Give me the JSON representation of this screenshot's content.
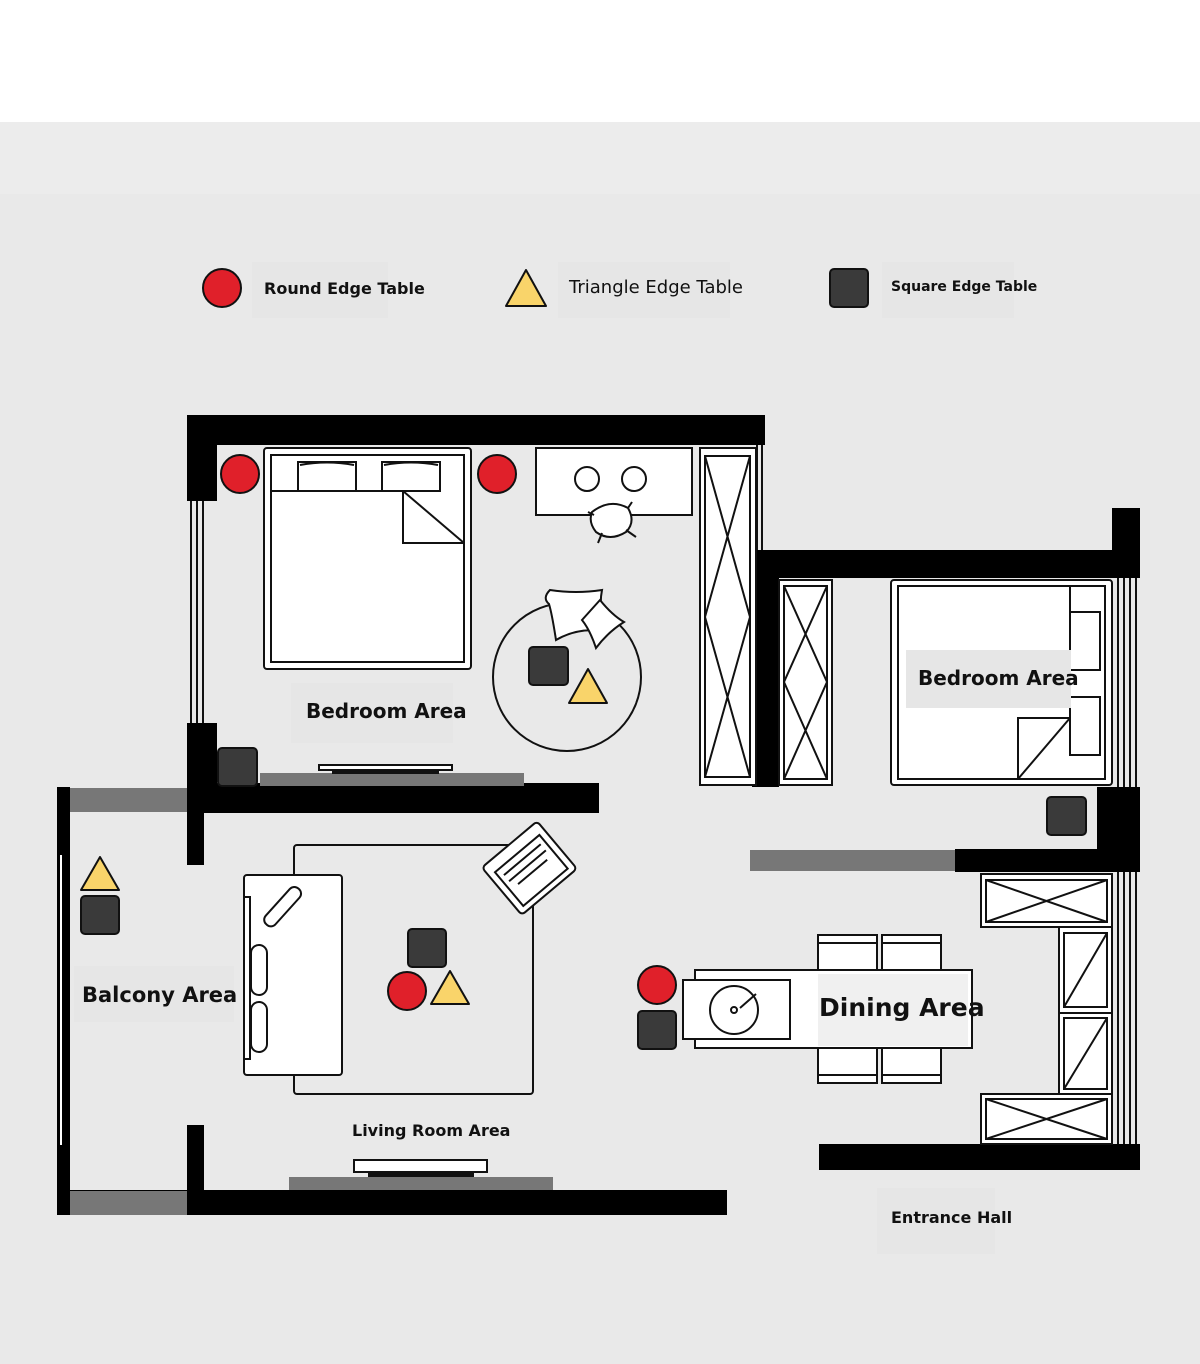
{
  "legend": {
    "round": {
      "label": "Round Edge Table",
      "color": "#e0202a"
    },
    "triangle": {
      "label": "Triangle Edge Table",
      "color": "#f9d46a"
    },
    "square": {
      "label": "Square Edge Table",
      "color": "#3a3a3a"
    }
  },
  "rooms": {
    "bedroom_left": "Bedroom Area",
    "bedroom_right": "Bedroom Area",
    "balcony": "Balcony Area",
    "living": "Living Room Area",
    "dining": "Dining Area",
    "entrance": "Entrance Hall"
  },
  "colors": {
    "wall": "#000000",
    "window": "#777777",
    "floor": "#e9e9e9",
    "furniture_fill": "#ffffff"
  }
}
